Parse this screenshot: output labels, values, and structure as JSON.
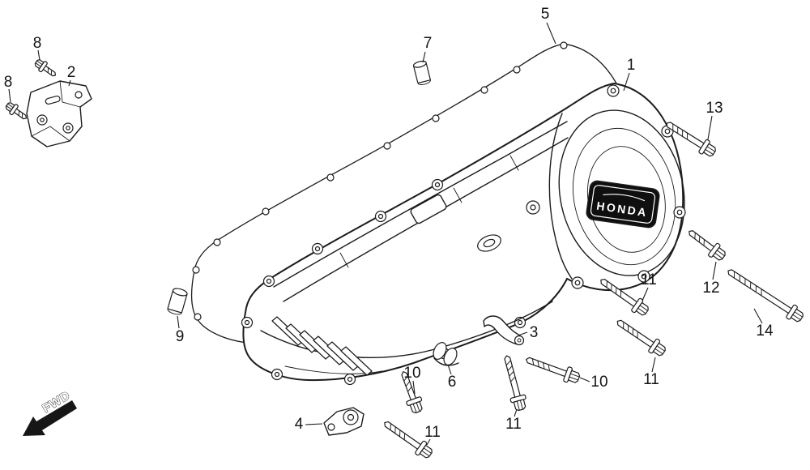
{
  "colors": {
    "background": "#ffffff",
    "line_art": "#1c1c1c",
    "badge_background": "#0f0f0f",
    "badge_text": "#ffffff",
    "arrow_fill": "#161616",
    "callout_text": "#141414"
  },
  "diagram": {
    "brand_badge": "HONDA",
    "fwd_label": "FWD",
    "callouts": [
      {
        "label": "8",
        "target": "screw-8-top"
      },
      {
        "label": "2",
        "target": "bracket-2"
      },
      {
        "label": "8",
        "target": "screw-8-left"
      },
      {
        "label": "7",
        "target": "dowel-pin-7"
      },
      {
        "label": "5",
        "target": "gasket-5"
      },
      {
        "label": "1",
        "target": "crankcase-cover-1"
      },
      {
        "label": "13",
        "target": "bolt-13"
      },
      {
        "label": "12",
        "target": "bolt-12"
      },
      {
        "label": "14",
        "target": "bolt-14"
      },
      {
        "label": "11",
        "target": "bolt-11-upper-right"
      },
      {
        "label": "11",
        "target": "bolt-11-lower-right"
      },
      {
        "label": "9",
        "target": "dowel-pin-9"
      },
      {
        "label": "3",
        "target": "cable-guide-3"
      },
      {
        "label": "6",
        "target": "clamp-6"
      },
      {
        "label": "10",
        "target": "bolt-10-left"
      },
      {
        "label": "10",
        "target": "bolt-10-right"
      },
      {
        "label": "11",
        "target": "bolt-11-center"
      },
      {
        "label": "4",
        "target": "clamp-4"
      },
      {
        "label": "11",
        "target": "bolt-11-bottom"
      }
    ]
  }
}
